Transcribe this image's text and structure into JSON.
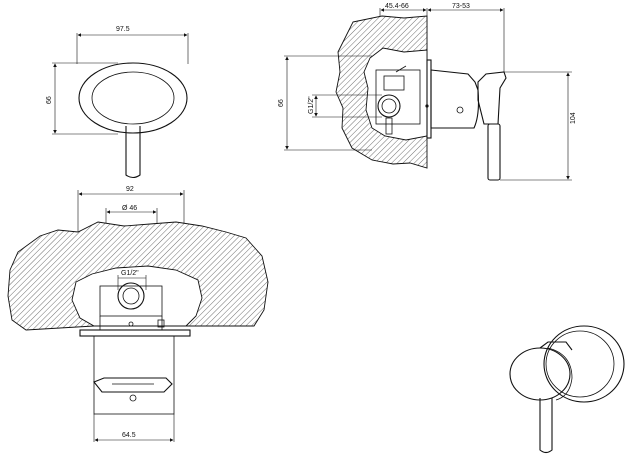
{
  "dimensions": {
    "front_width": "97.5",
    "front_height": "66",
    "side_recess_depth": "45.4-66",
    "side_projection": "73-53",
    "side_height": "66",
    "side_thread": "G1/2\"",
    "side_total_height": "104",
    "top_width": "92",
    "top_diameter": "Ø 46",
    "top_thread": "G1/2\"",
    "top_body_width": "64.5"
  }
}
